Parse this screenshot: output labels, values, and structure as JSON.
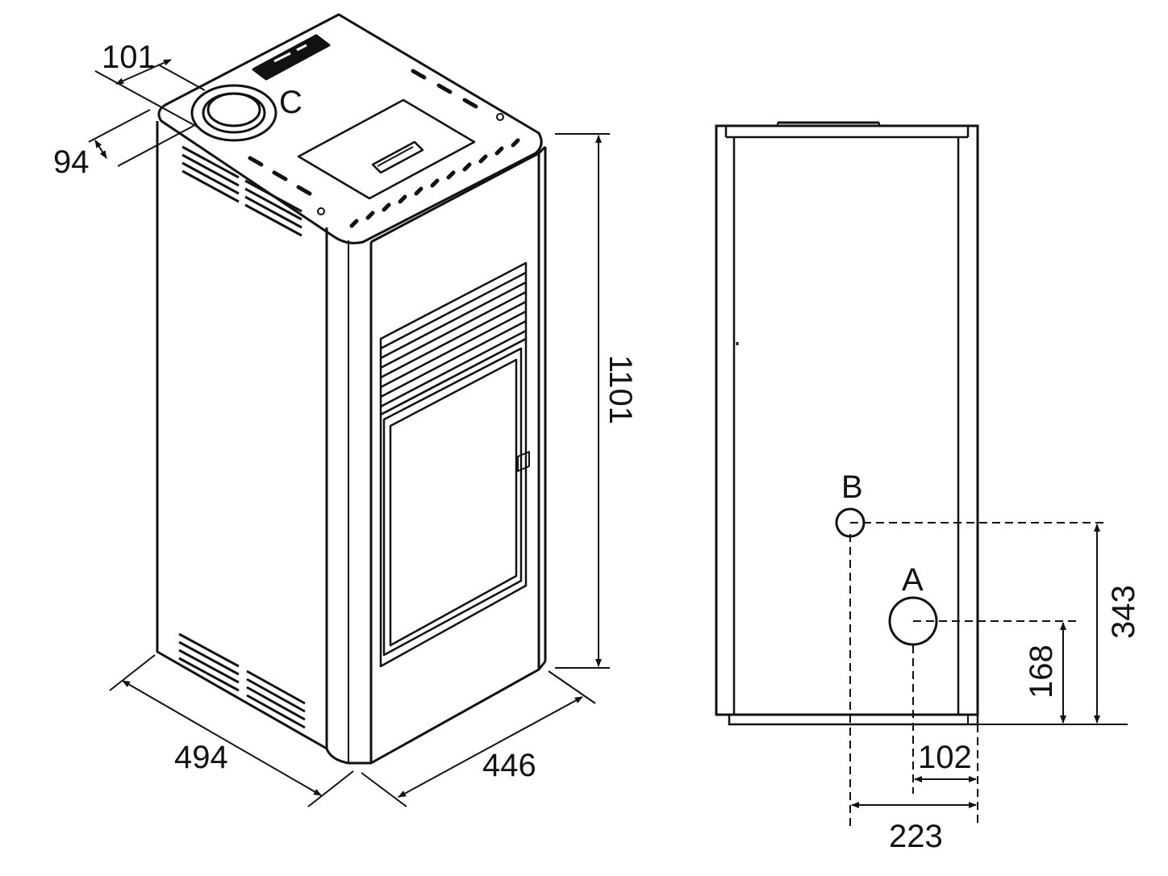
{
  "dimensions": {
    "outlet_c_width": "101",
    "outlet_c_depth": "94",
    "height": "1101",
    "width": "494",
    "depth": "446",
    "b_height": "343",
    "a_height": "168",
    "a_offset": "102",
    "b_offset": "223"
  },
  "labels": {
    "c": "C",
    "b": "B",
    "a": "A"
  },
  "colors": {
    "line": "#111111",
    "background": "#ffffff"
  }
}
